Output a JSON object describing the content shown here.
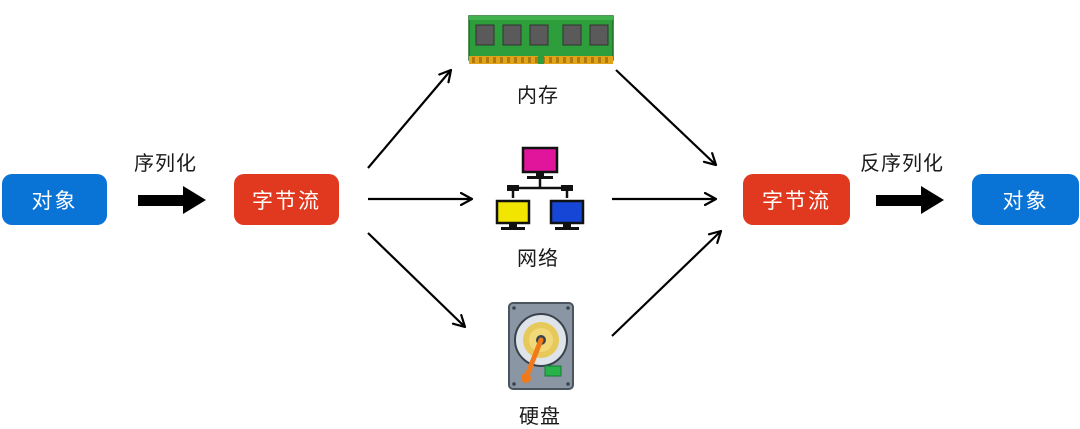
{
  "nodes": {
    "object_left": "对象",
    "bytes_left": "字节流",
    "bytes_right": "字节流",
    "object_right": "对象"
  },
  "labels": {
    "serialize": "序列化",
    "deserialize": "反序列化",
    "memory": "内存",
    "network": "网络",
    "disk": "硬盘"
  },
  "icons": {
    "memory": "ram-module-icon",
    "network": "network-computers-icon",
    "disk": "hard-disk-icon"
  },
  "colors": {
    "object_box": "#0a73d6",
    "bytes_box": "#e0391f",
    "arrow": "#000000"
  }
}
